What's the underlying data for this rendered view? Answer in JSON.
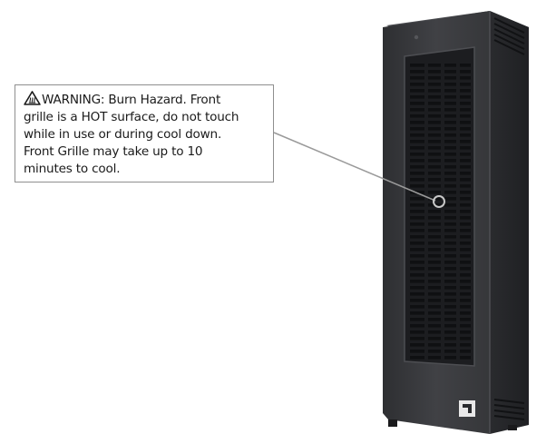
{
  "callout": {
    "icon": "hot-surface-warning-triangle-icon",
    "lines": [
      "WARNING: Burn Hazard. Front",
      "grille is a HOT surface, do not touch",
      "while in use or during cool down.",
      "Front Grille may take up to 10",
      "minutes to cool."
    ]
  },
  "colors": {
    "heater_body": "#3a3b3e",
    "grille": "#222326",
    "callout_border": "#8f8f8f",
    "leader_line": "#9a9a9a",
    "text": "#1a1a1a"
  }
}
